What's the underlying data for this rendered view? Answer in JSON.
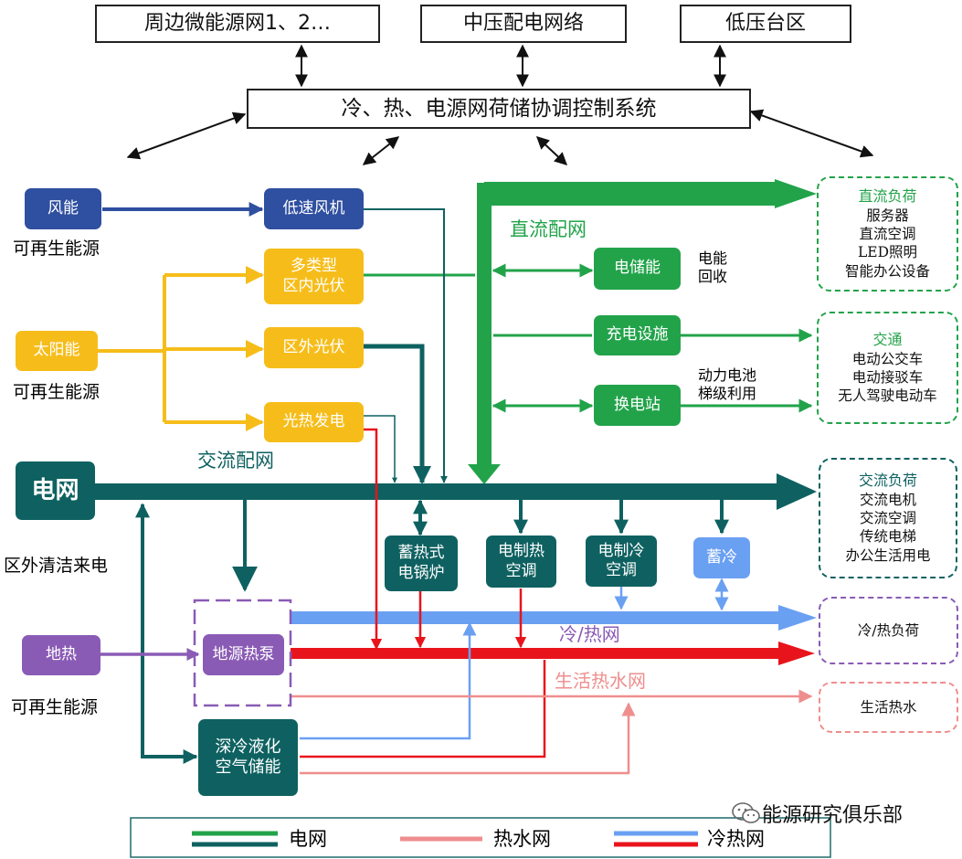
{
  "top_boxes": {
    "micro_grid": "周边微能源网1、2…",
    "mv_grid": "中压配电网络",
    "lv_area": "低压台区",
    "control": "冷、热、电源网荷储协调控制系统"
  },
  "sources": {
    "wind": "风能",
    "solar": "太阳能",
    "geo": "地热",
    "renew_label": "可再生能源",
    "grid": "电网",
    "clean_import": "区外清洁来电"
  },
  "nodes": {
    "low_speed_wind": "低速风机",
    "multi_pv": [
      "多类型",
      "区内光伏"
    ],
    "outer_pv": "区外光伏",
    "solar_thermal": "光热发电",
    "storage": "电储能",
    "charging": "充电设施",
    "swap": "换电站",
    "boiler": [
      "蓄热式",
      "电锅炉"
    ],
    "heat_ac": [
      "电制热",
      "空调"
    ],
    "cool_ac": [
      "电制冷",
      "空调"
    ],
    "cold_storage": "蓄冷",
    "ground_pump": "地源热泵",
    "liquid_air": [
      "深冷液化",
      "空气储能"
    ]
  },
  "networks": {
    "dc": "直流配网",
    "ac": "交流配网",
    "cool_heat": "冷/热网",
    "hot_water": "生活热水网"
  },
  "notes": {
    "recovery": [
      "电能",
      "回收"
    ],
    "cascade": [
      "动力电池",
      "梯级利用"
    ]
  },
  "loads": {
    "dc": {
      "title": "直流负荷",
      "items": [
        "服务器",
        "直流空调",
        "LED照明",
        "智能办公设备"
      ]
    },
    "traffic": {
      "title": "交通",
      "items": [
        "电动公交车",
        "电动接驳车",
        "无人驾驶电动车"
      ]
    },
    "ac": {
      "title": "交流负荷",
      "items": [
        "交流电机",
        "交流空调",
        "传统电梯",
        "办公生活用电"
      ]
    },
    "cool_heat": "冷/热负荷",
    "hot_water": "生活热水"
  },
  "legend": {
    "power": "电网",
    "water": "热水网",
    "coolheat": "冷热网"
  },
  "watermark": "能源研究俱乐部",
  "colors": {
    "teal": "#0f6161",
    "green": "#22a34a",
    "yellow": "#f6bd1a",
    "navy": "#2f4fa0",
    "purple": "#8a5bb5",
    "sky": "#6aa0f2",
    "red": "#e8141c",
    "pink": "#ef8e8e"
  }
}
